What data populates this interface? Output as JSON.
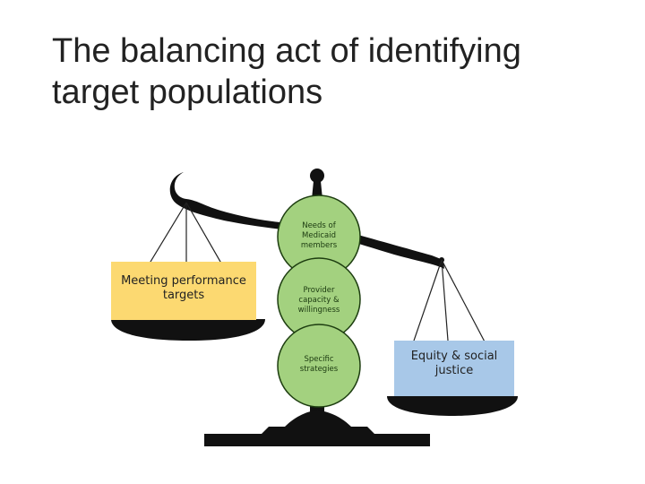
{
  "slide": {
    "title": "The balancing act of identifying target populations"
  },
  "scale": {
    "left_pan_label": "Meeting performance targets",
    "right_pan_label": "Equity & social justice",
    "circles": [
      {
        "label": "Needs of Medicaid members"
      },
      {
        "label": "Provider capacity & willingness"
      },
      {
        "label": "Specific strategies"
      }
    ]
  },
  "colors": {
    "left_box": "#fcd971",
    "right_box": "#a8c8e8",
    "circle_fill": "#a3d17f",
    "circle_stroke": "#1d3d10",
    "scale_black": "#111111"
  }
}
